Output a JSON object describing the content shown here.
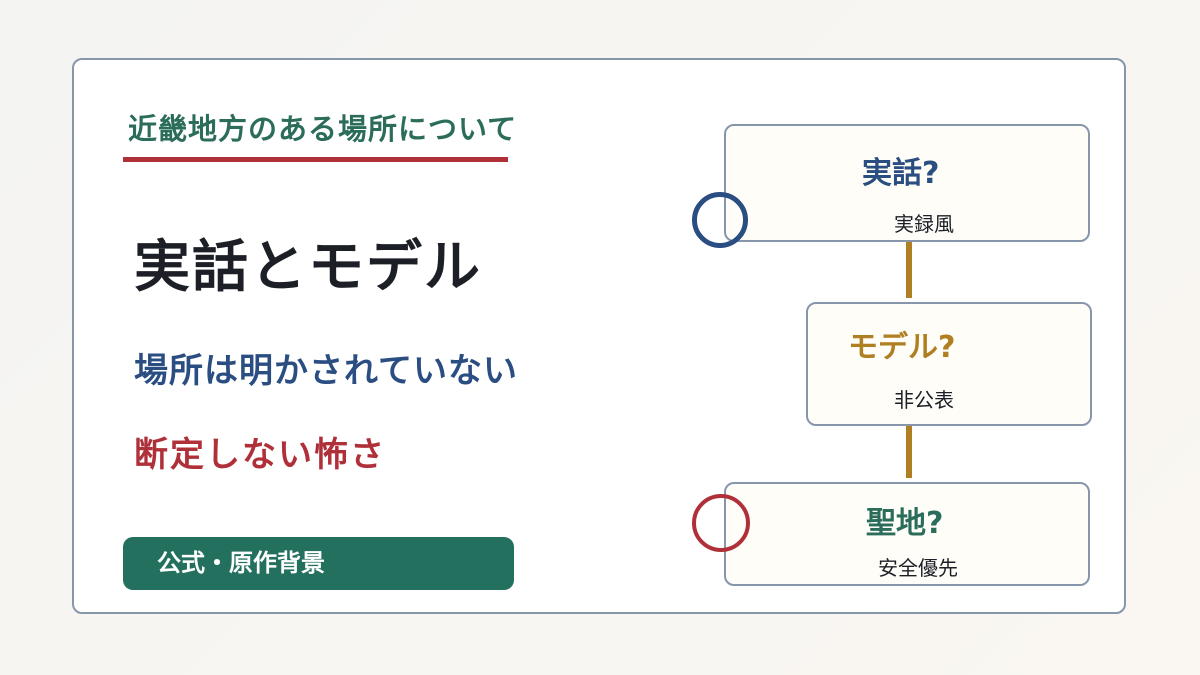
{
  "subtitle": "近畿地方のある場所について",
  "title": "実話とモデル",
  "line1": "場所は明かされていない",
  "line2": "断定しない怖さ",
  "tag": "公式・原作背景",
  "nodes": [
    {
      "title": "実話?",
      "sub": "実録風",
      "title_color": "#2a4d82",
      "marker": "blue-ring",
      "marker_color": "#2a4d82"
    },
    {
      "title": "モデル?",
      "sub": "非公表",
      "title_color": "#b07f22"
    },
    {
      "title": "聖地?",
      "sub": "安全優先",
      "title_color": "#2b6d5a",
      "marker": "red-ring",
      "marker_color": "#b0303a"
    }
  ],
  "colors": {
    "accent_red": "#b0303a",
    "accent_green": "#22705d",
    "accent_blue": "#2a4d82",
    "connector_gold": "#b07f22",
    "border": "#8796ab"
  }
}
